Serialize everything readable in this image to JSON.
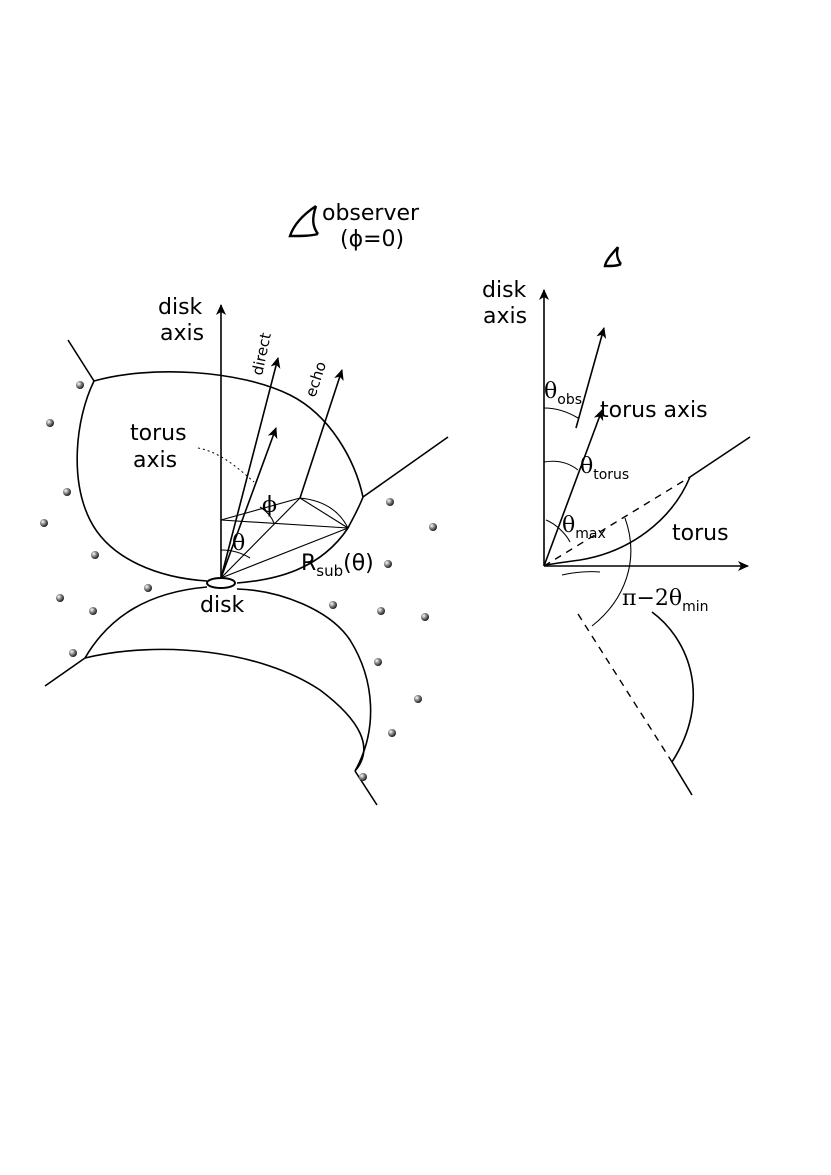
{
  "left": {
    "observer_label": "observer",
    "observer_phi": "(ϕ=0)",
    "disk_axis_line1": "disk",
    "disk_axis_line2": "axis",
    "direct_label": "direct",
    "echo_label": "echo",
    "torus_axis_line1": "torus",
    "torus_axis_line2": "axis",
    "phi_label": "ϕ",
    "theta_label": "θ",
    "rsub_main": "R",
    "rsub_sub": "sub",
    "rsub_arg": "(θ)",
    "disk_label": "disk"
  },
  "right": {
    "disk_axis_line1": "disk",
    "disk_axis_line2": "axis",
    "theta_obs_main": "θ",
    "theta_obs_sub": "obs",
    "torus_axis_label": "torus axis",
    "theta_torus_main": "θ",
    "theta_torus_sub": "torus",
    "theta_max_main": "θ",
    "theta_max_sub": "max",
    "torus_label": "torus",
    "pi_label": "π−2θ",
    "pi_sub": "min"
  }
}
